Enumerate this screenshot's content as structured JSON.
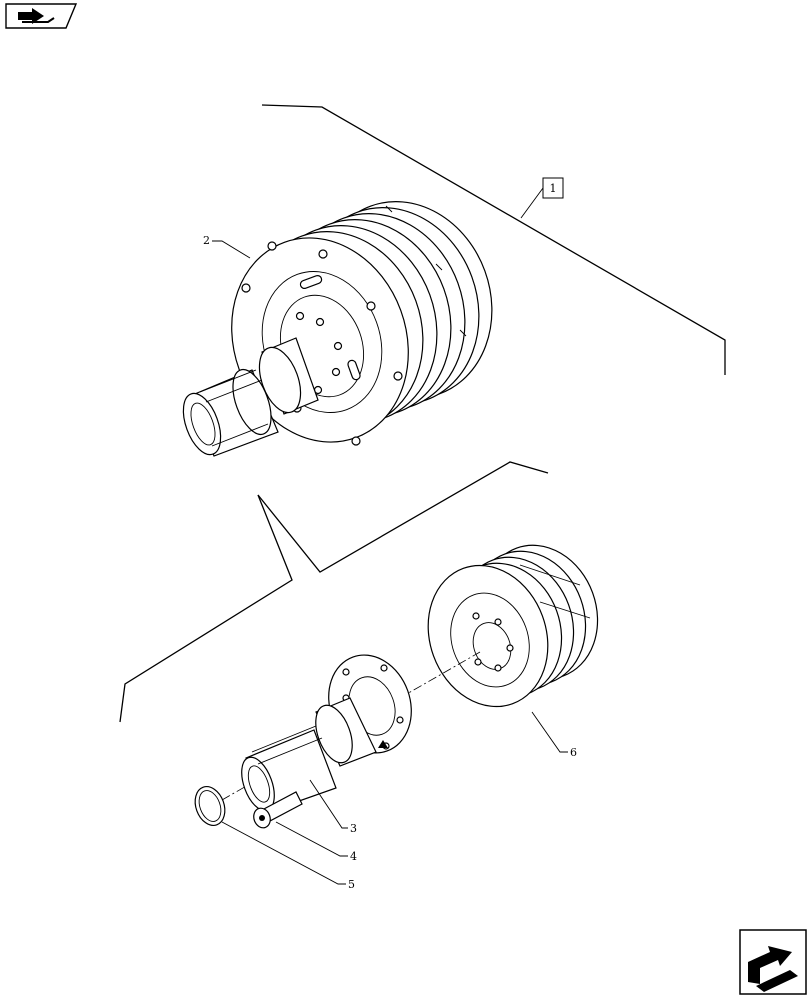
{
  "callouts": {
    "assembly": "1",
    "clutch_shaft_assembly": "2",
    "splined_shaft": "3",
    "screw": "4",
    "o_ring": "5",
    "clutch_pack": "6"
  },
  "icons": {
    "top_left": "previous-page-icon",
    "bottom_right": "next-page-icon"
  }
}
